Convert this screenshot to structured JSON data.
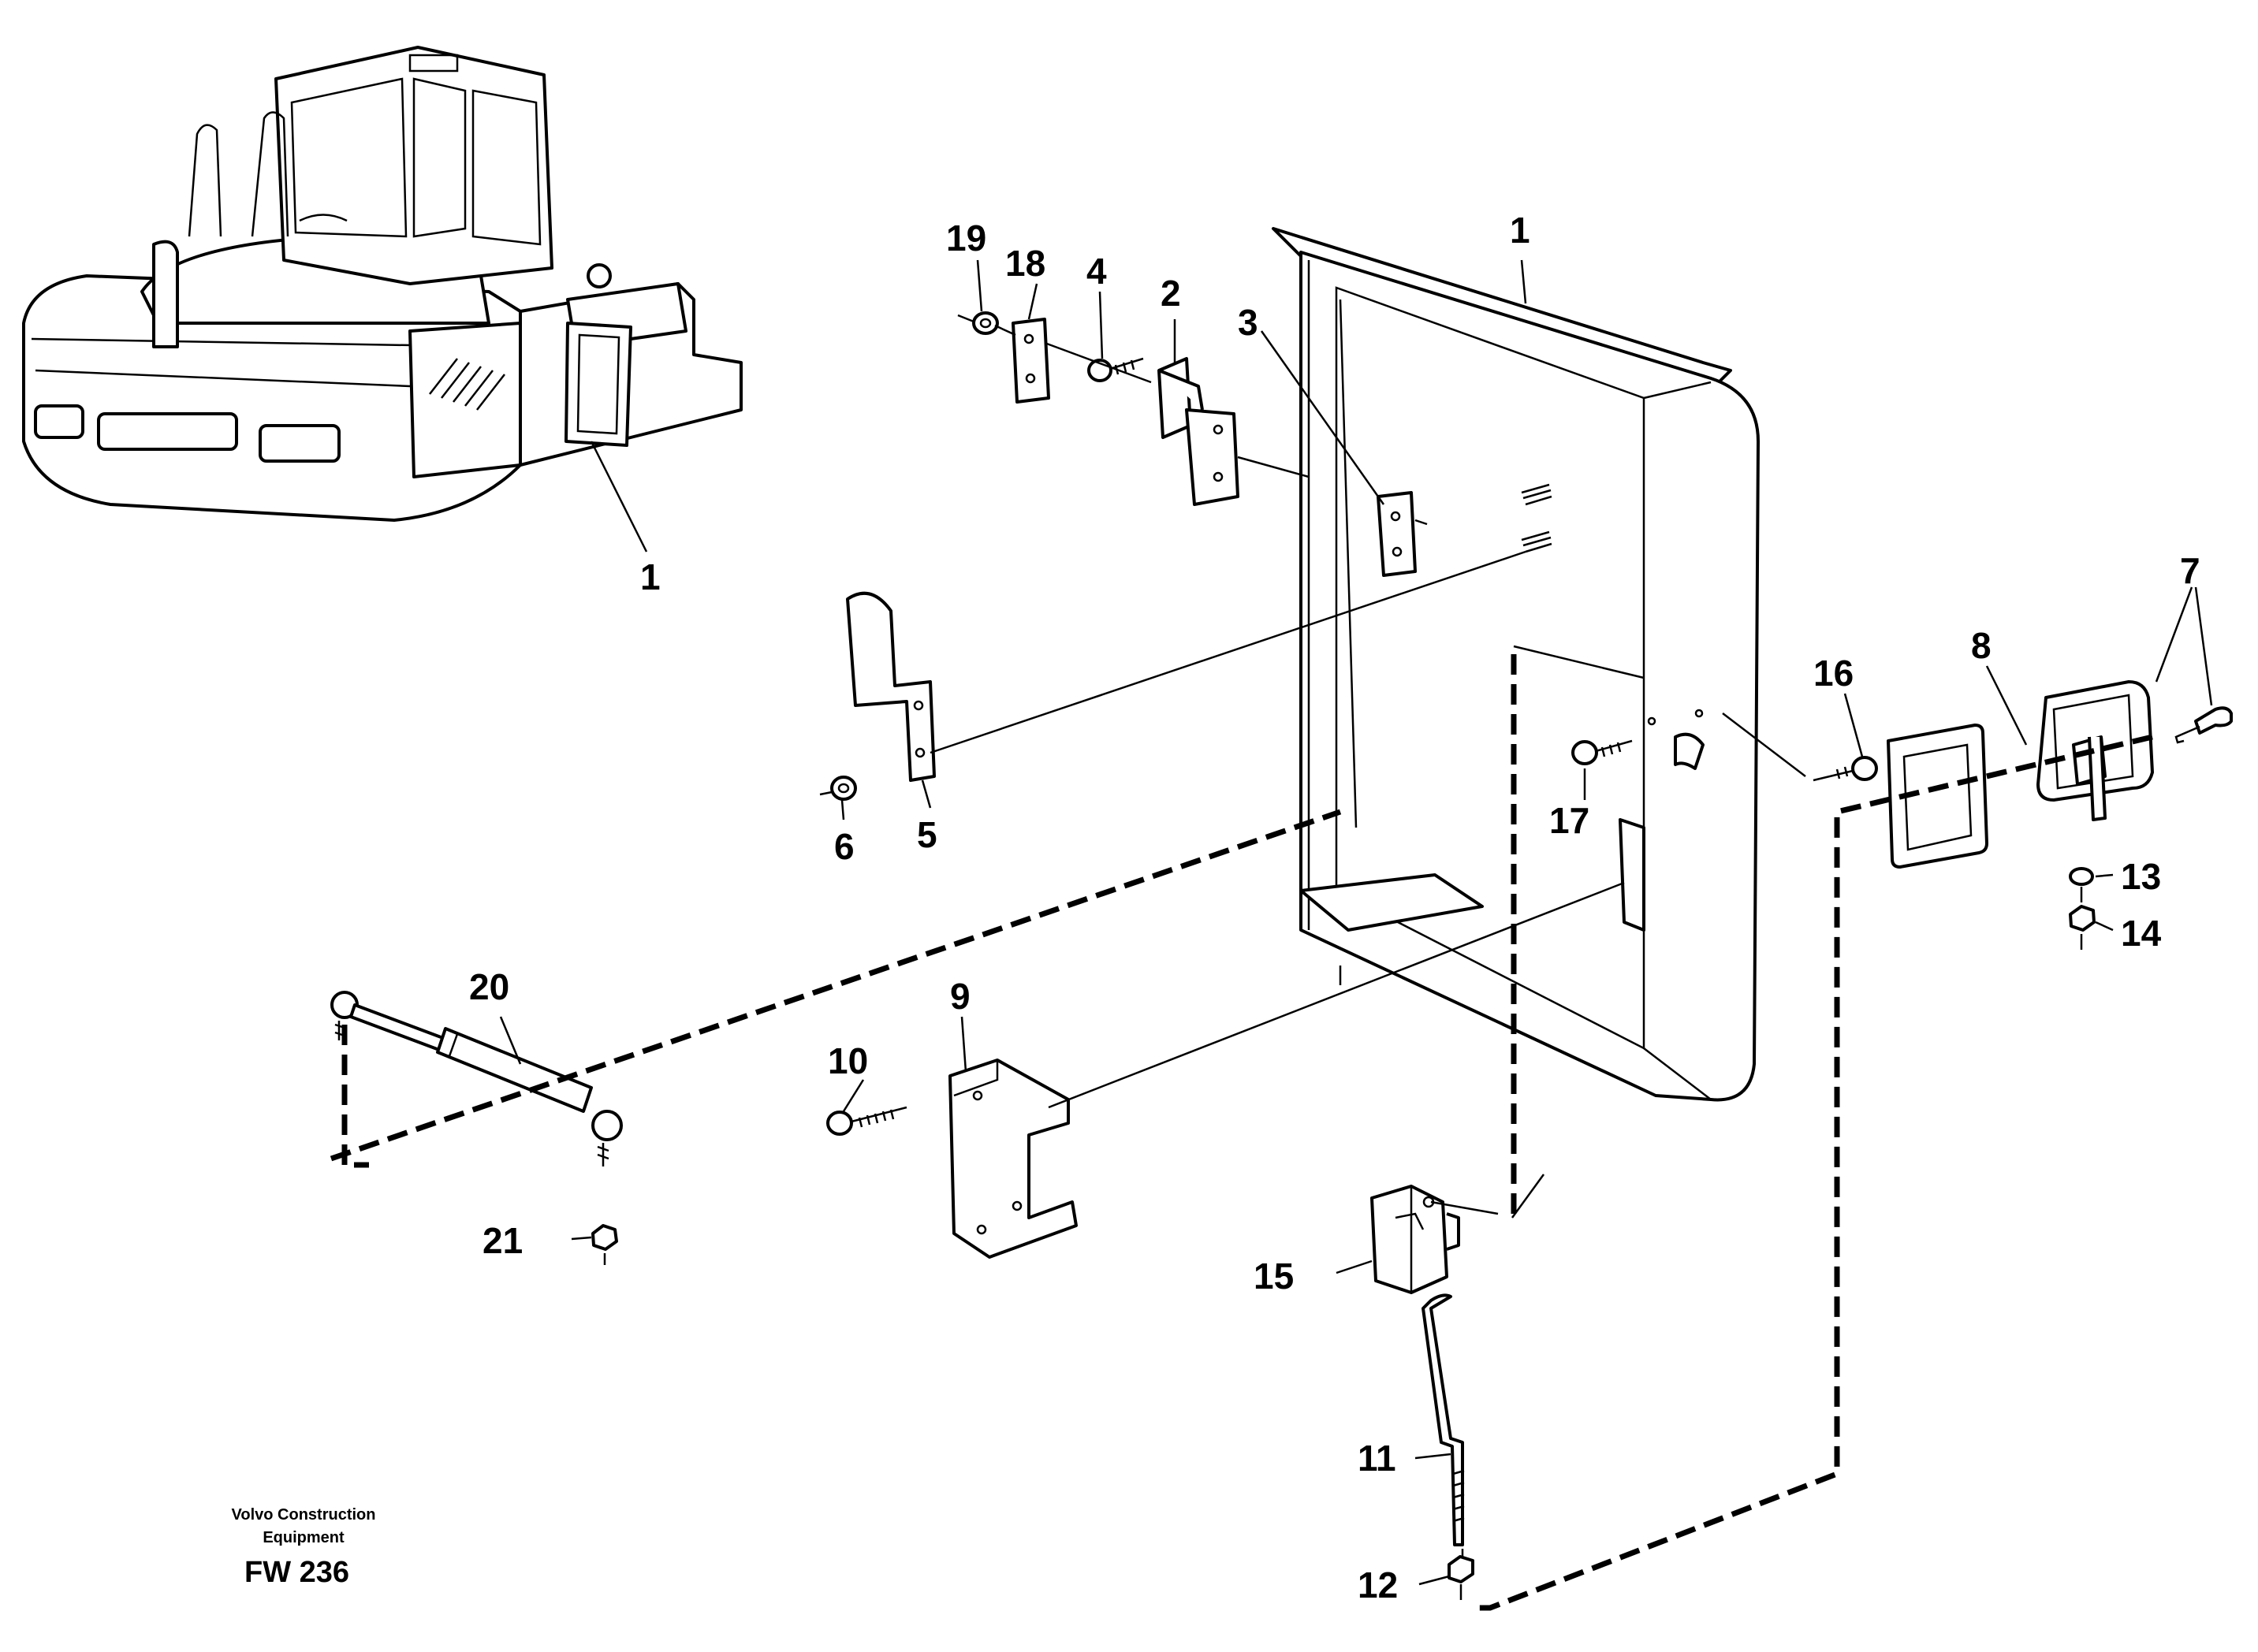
{
  "callouts": {
    "c1_machine": "1",
    "c1_door": "1",
    "c2": "2",
    "c3": "3",
    "c4": "4",
    "c5": "5",
    "c6": "6",
    "c7": "7",
    "c8": "8",
    "c9": "9",
    "c10": "10",
    "c11": "11",
    "c12": "12",
    "c13": "13",
    "c14": "14",
    "c15": "15",
    "c16": "16",
    "c17": "17",
    "c18": "18",
    "c19": "19",
    "c20": "20",
    "c21": "21"
  },
  "footer": {
    "brand_line1": "Volvo Construction",
    "brand_line2": "Equipment",
    "figure_code": "FW 236"
  }
}
